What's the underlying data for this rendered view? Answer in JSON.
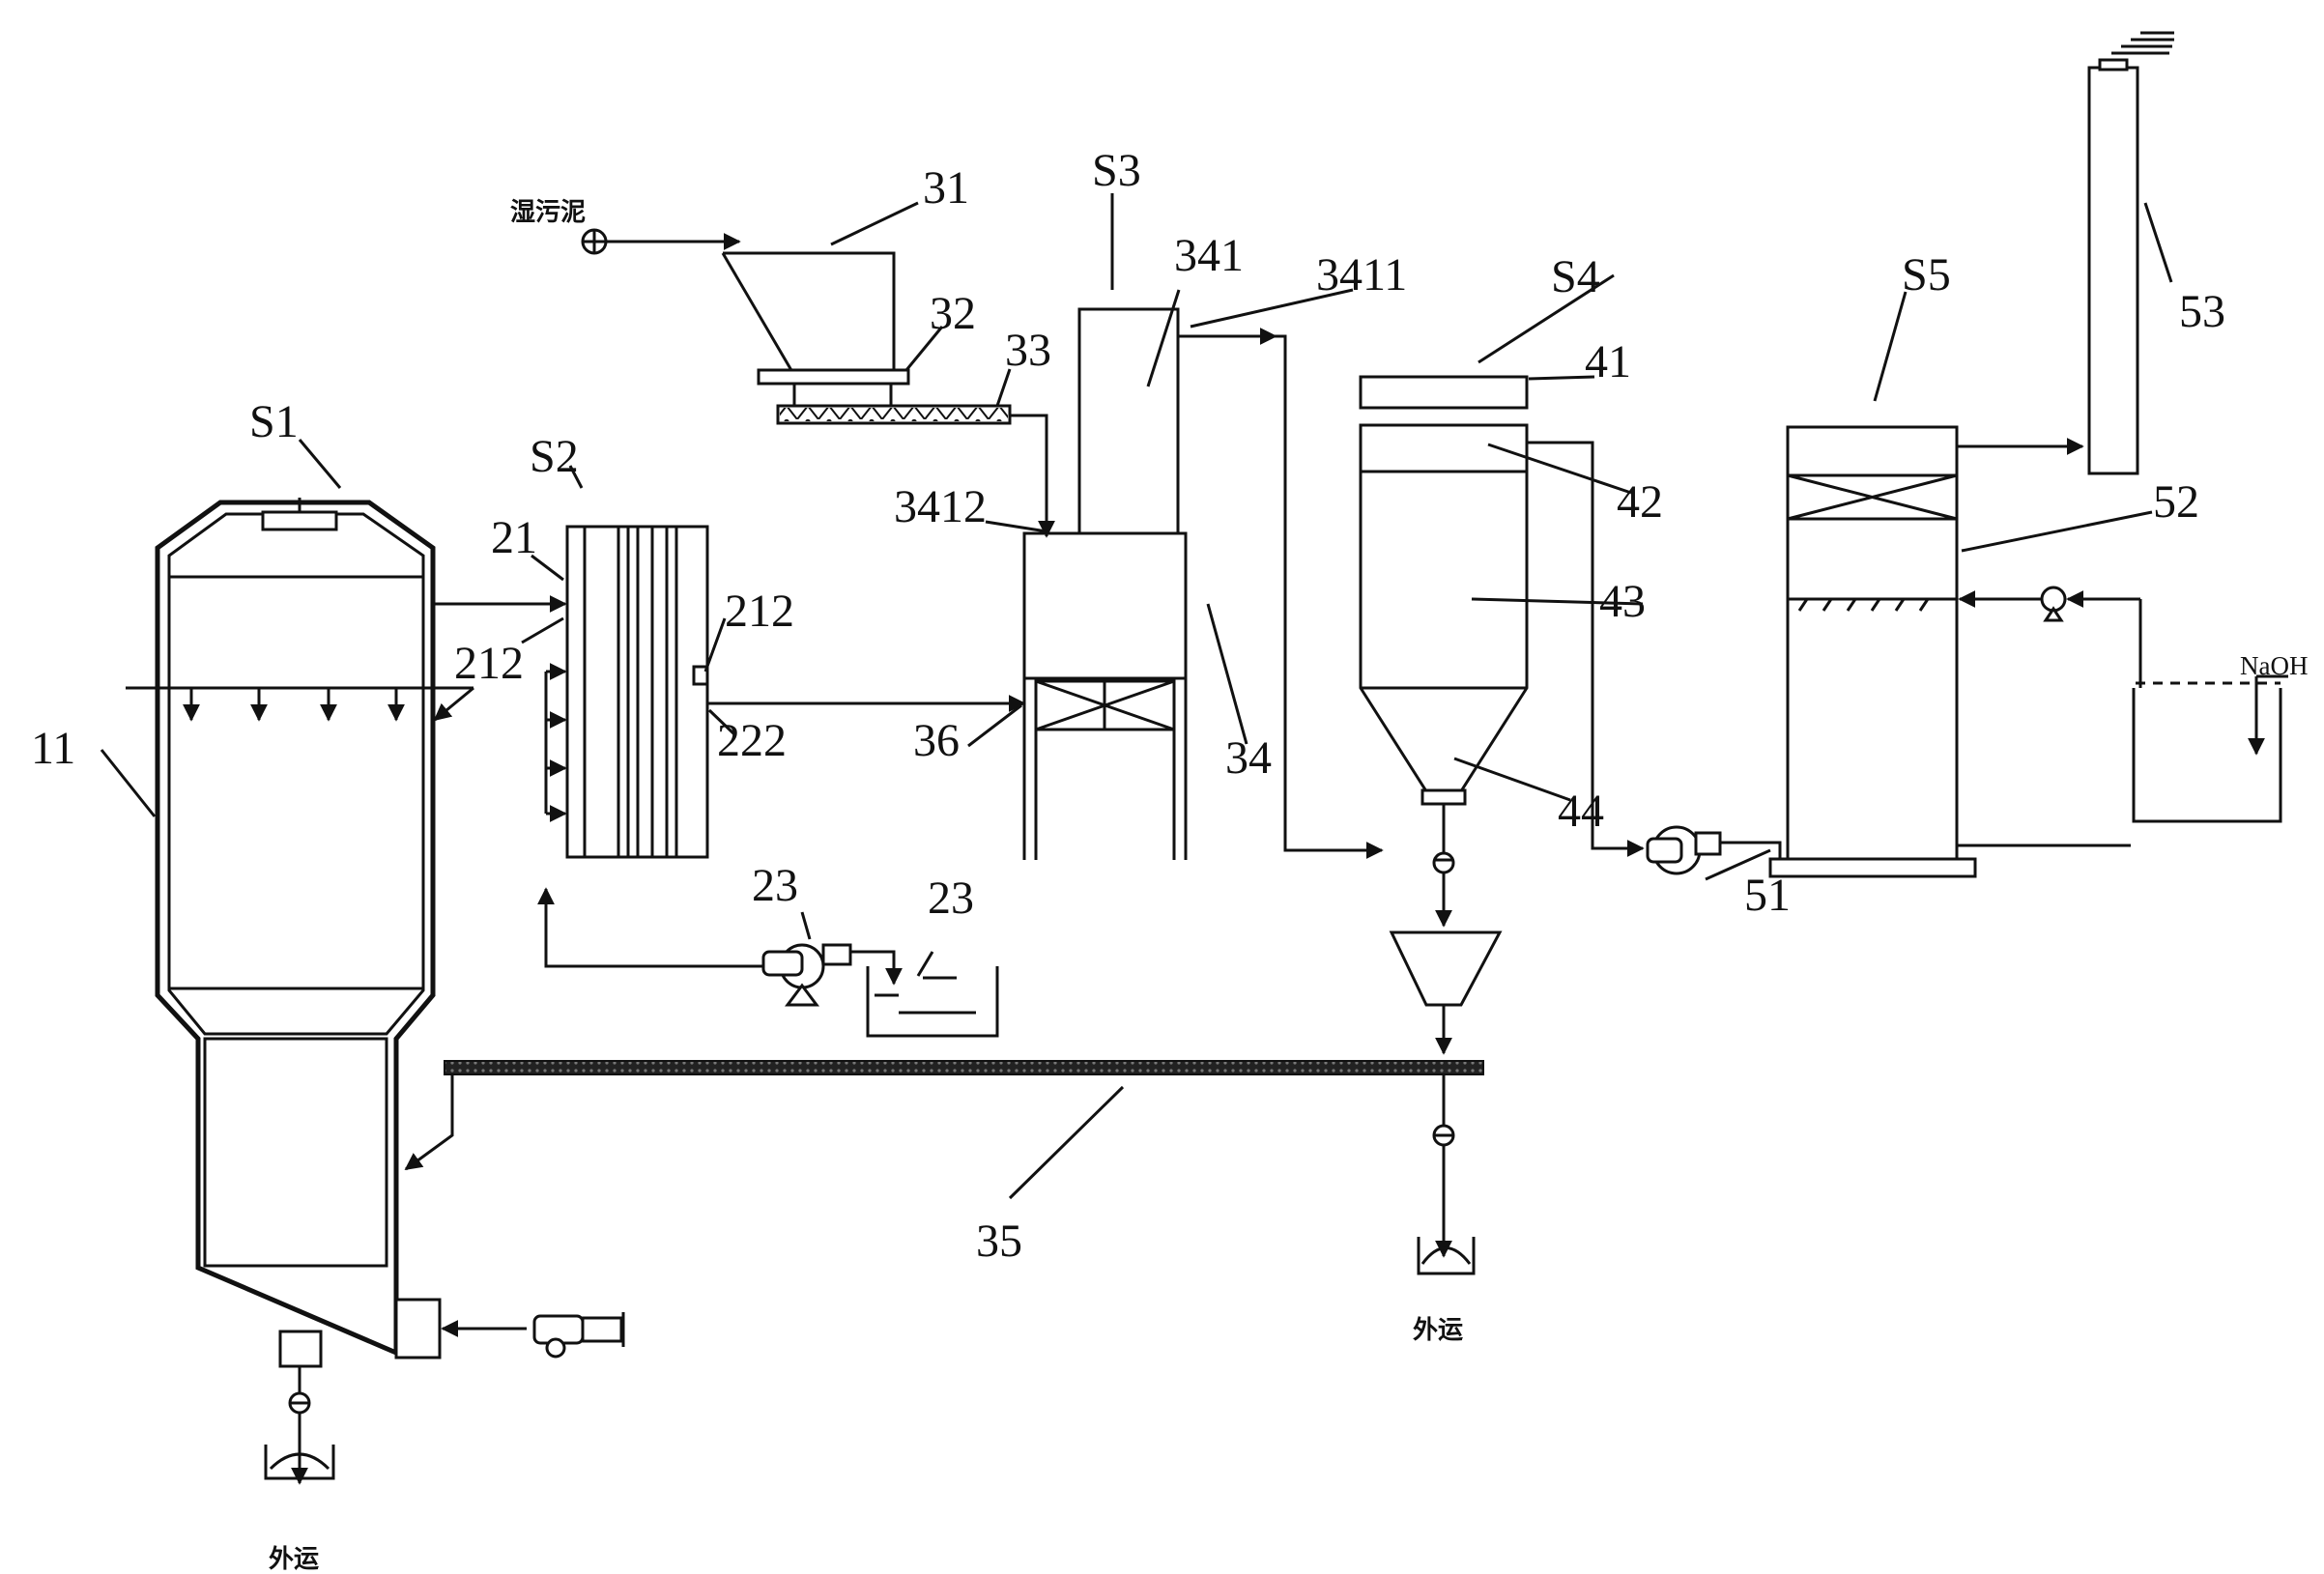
{
  "labels": {
    "S1": "S1",
    "S2": "S2",
    "S3": "S3",
    "S4": "S4",
    "S5": "S5",
    "n11": "11",
    "n21": "21",
    "n212_left": "212",
    "n212_right": "212",
    "n222": "222",
    "n23_pump": "23",
    "n23_tank": "23",
    "n31": "31",
    "n32": "32",
    "n33": "33",
    "n34": "34",
    "n341": "341",
    "n3411": "3411",
    "n3412": "3412",
    "n35": "35",
    "n36": "36",
    "n41": "41",
    "n42": "42",
    "n43": "43",
    "n44": "44",
    "n51": "51",
    "n52": "52",
    "n53": "53"
  },
  "text": {
    "wet_sludge": "湿污泥",
    "naoh": "NaOH",
    "out_left": "外运",
    "out_right": "外运"
  }
}
